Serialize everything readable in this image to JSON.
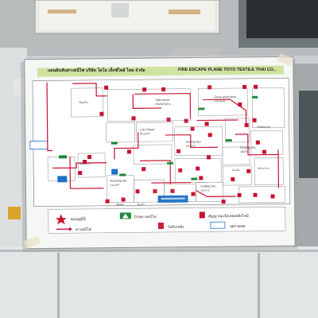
{
  "sign": {
    "title_th": "แผนผังเส้นทางหนีไฟ บริษัท โตโย เท็กซ์ไทล์ ไทย จำกัด",
    "title_en": "FIRE ESCAPE PLANE TOYO TEXTILE THAI CO.,",
    "labels": {
      "yarn_store": "Yarn store",
      "yarn_store_th": "สโตร์เส้นด้าย",
      "finish_goods": "Finish good store",
      "finish_goods_th": "สโตร์สินค้า",
      "link_sewer": "Link+Sewer",
      "link_sewer_th": "เย็บถุงเท้า",
      "knitting_1": "Knitting Sec",
      "knitting_1_th": "ทอถุงเท้า",
      "knitting_2": "Knitting Sec",
      "knitting_2_th": "แผนก 2",
      "boarding": "Boarding Sec",
      "boarding_th": "อบถุงเท้า",
      "packing": "Packing Sec",
      "packing_th": "แพ็คกิ้ง",
      "room_th": "ห้องเก็บ",
      "office": "ห้องอาคาร",
      "rest": "ห้องพัก",
      "boiler": "Boiler",
      "toilet": "ห้องน้ำ",
      "canteen": "ห้องอาหาร",
      "parking": "Parking lot"
    },
    "legend": {
      "you_are_here": "คุณอยู่ที่นี่",
      "exit_route": "ทางหนีไฟ",
      "exit_sign": "ป้ายทางหนีไฟ",
      "extinguisher": "ถังดับเพลิง",
      "alarm": "สัญญาณแจ้งเหตุเพลิงไหม้",
      "assembly": "จุดรวมพล"
    }
  },
  "colors": {
    "exit_route": "#c8102e",
    "exit_sign": "#1a8a3a",
    "title_band": "#cfe3a0",
    "water": "#1e6fc8"
  }
}
